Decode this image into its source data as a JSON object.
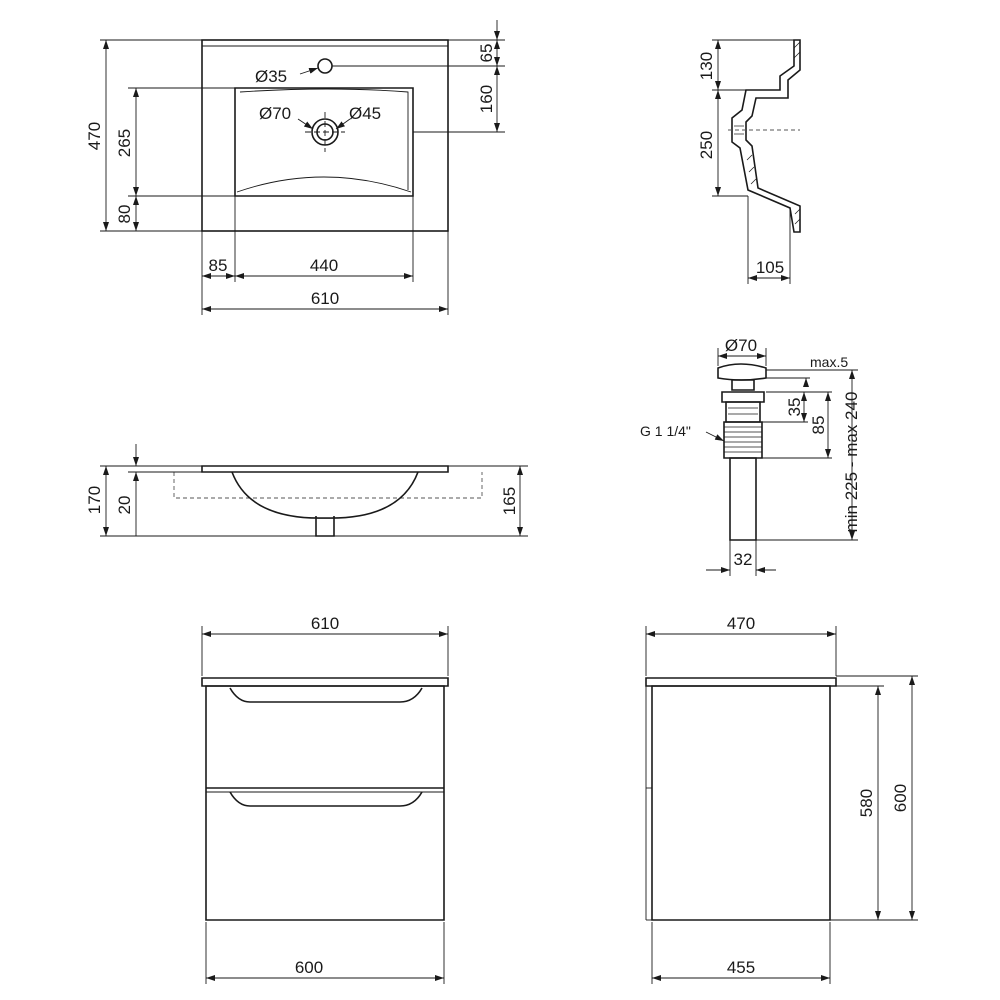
{
  "colors": {
    "ink": "#1a1a1a",
    "paper": "#ffffff"
  },
  "basin_top": {
    "tap_hole": "Ø35",
    "drain_outer": "Ø70",
    "drain_inner": "Ø45",
    "depth": "470",
    "bowl_length": "265",
    "front_margin": "80",
    "tap_offset": "65",
    "bowl_to_tap": "160",
    "side_margin": "85",
    "bowl_width": "440",
    "width": "610"
  },
  "basin_side": {
    "rim_height": "130",
    "bowl_depth": "250",
    "overhang": "105"
  },
  "basin_front": {
    "height": "170",
    "rim": "20",
    "depth": "165"
  },
  "drain": {
    "cap": "Ø70",
    "clearance": "max.5",
    "body": "35",
    "height": "85",
    "range": "min 225 - max 240",
    "thread": "G 1 1/4\"",
    "pipe": "32"
  },
  "cabinet_front": {
    "top_width": "610",
    "bottom_width": "600"
  },
  "cabinet_side": {
    "top_depth": "470",
    "bottom_depth": "455",
    "body_height": "580",
    "total_height": "600"
  }
}
